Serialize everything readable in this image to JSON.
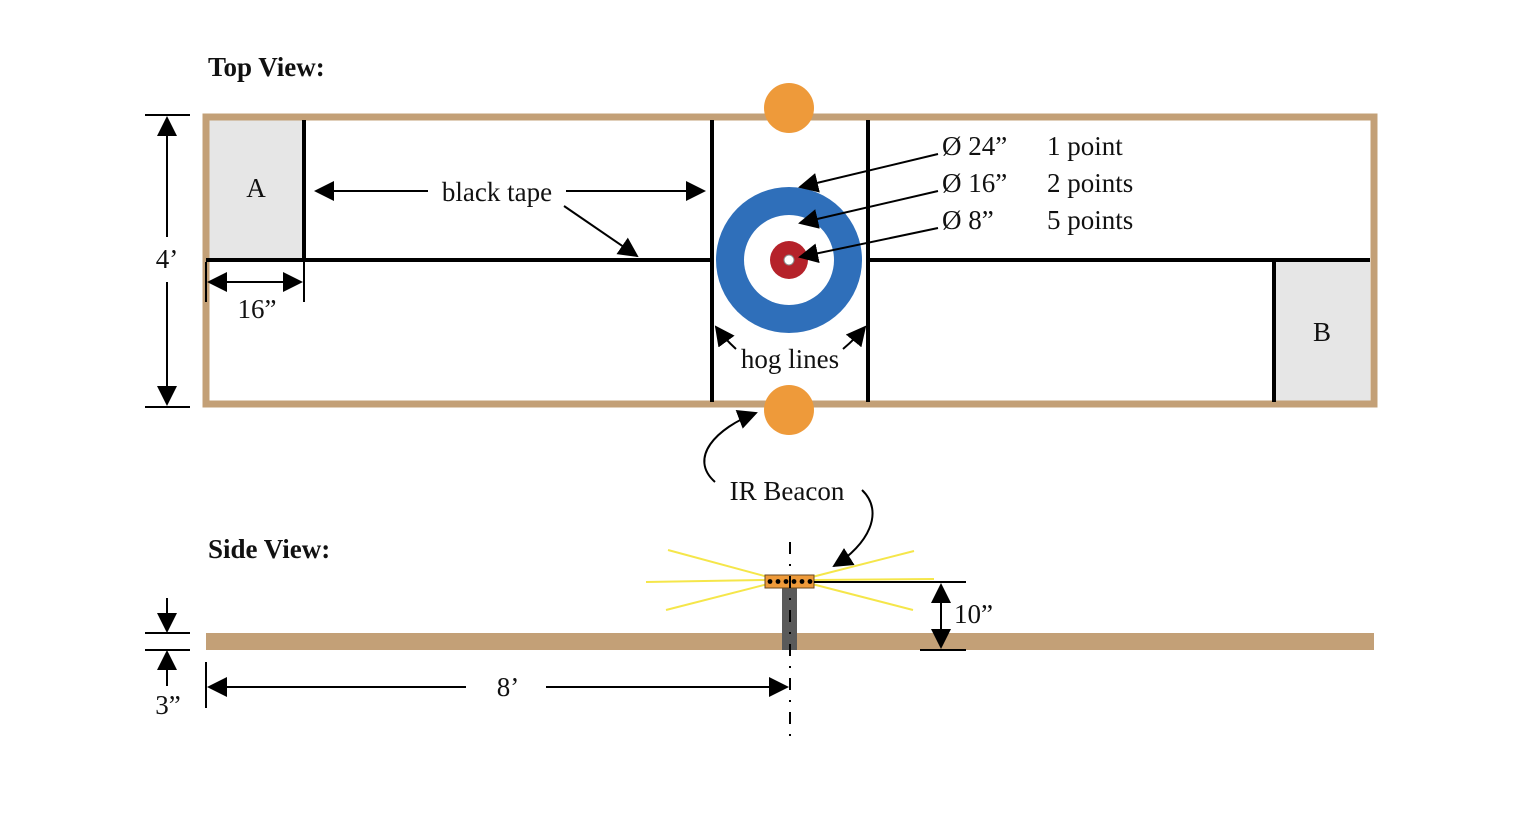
{
  "headings": {
    "top_view": "Top View:",
    "side_view": "Side View:"
  },
  "top_view": {
    "zone_a": "A",
    "zone_b": "B",
    "width_label": "4’",
    "zone_depth_label": "16”",
    "tape_label": "black tape",
    "hog_lines_label": "hog lines",
    "target_rings": [
      {
        "diameter": "Ø 24”",
        "points": "1 point",
        "color": "#2f6fba"
      },
      {
        "diameter": "Ø 16”",
        "points": "2 points",
        "color": "#ffffff"
      },
      {
        "diameter": "Ø 8”",
        "points": "5 points",
        "color": "#b5222a"
      }
    ]
  },
  "beacon_label": "IR Beacon",
  "side_view": {
    "beacon_height_label": "10”",
    "board_thickness_label": "3”",
    "beacon_distance_label": "8’"
  },
  "colors": {
    "board": "#c3a077",
    "zone_fill": "#e6e6e6",
    "beacon": "#ee9a3a",
    "ir_rays": "#f5e64a",
    "post": "#5a5a5a"
  }
}
